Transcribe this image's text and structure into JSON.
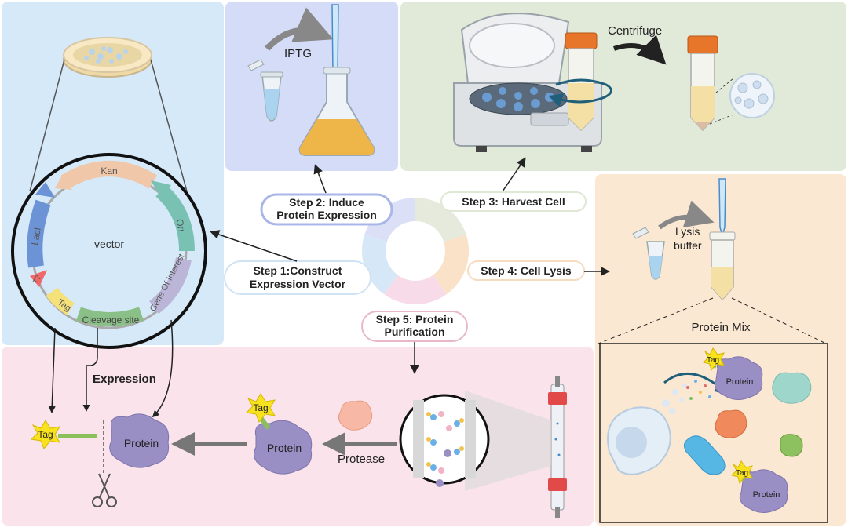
{
  "steps": {
    "step1": {
      "line1": "Step 1:Construct",
      "line2": "Expression Vector"
    },
    "step2": {
      "line1": "Step 2: Induce",
      "line2": "Protein Expression"
    },
    "step3": {
      "label": "Step 3: Harvest Cell"
    },
    "step4": {
      "label": "Step 4: Cell Lysis"
    },
    "step5": {
      "line1": "Step 5: Protein",
      "line2": "Purification"
    }
  },
  "vector": {
    "center_label": "vector",
    "segments": {
      "kan": "Kan",
      "ori": "Ori",
      "laci": "LacI",
      "t7": "T7",
      "tag": "Tag",
      "cleavage": "Cleavage site",
      "goi": "Gene Of Interest"
    }
  },
  "induce": {
    "iptg": "IPTG"
  },
  "harvest": {
    "centrifuge": "Centrifuge"
  },
  "lysis": {
    "buffer_line1": "Lysis",
    "buffer_line2": "buffer",
    "mix_title": "Protein Mix",
    "tag1": "Tag",
    "protein1": "Protein",
    "tag2": "Tag",
    "protein2": "Protein"
  },
  "purification": {
    "protease": "Protease",
    "tag": "Tag",
    "protein": "Protein"
  },
  "expression": {
    "label": "Expression",
    "tag": "Tag",
    "protein": "Protein"
  },
  "colors": {
    "panel_blue": "#d6e9f8",
    "panel_indigo": "#d5dcf7",
    "panel_green": "#e1ead9",
    "panel_orange": "#fbe8d3",
    "panel_pink": "#fae3ea",
    "protein": "#9a8fc4",
    "tag_yellow": "#f7e21d",
    "culture": "#eeb548",
    "tube_cap": "#e8762a"
  }
}
